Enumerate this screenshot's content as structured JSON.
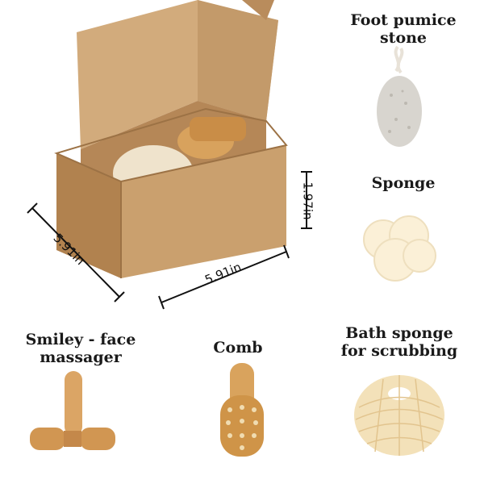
{
  "labels": {
    "pumice": [
      "Foot pumice",
      "stone"
    ],
    "sponge": [
      "Sponge"
    ],
    "massager": [
      "Smiley - face",
      "massager"
    ],
    "comb": [
      "Comb"
    ],
    "bath_sponge": [
      "Bath sponge",
      "for scrubbing"
    ]
  },
  "dimensions": {
    "width": "5.91in",
    "depth": "5.91in",
    "height": "1.97in"
  },
  "colors": {
    "cardboard": "#c9a173",
    "cardboard_dark": "#a97e4f",
    "wood": "#d9a560",
    "loofah": "#f3e3c2"
  }
}
